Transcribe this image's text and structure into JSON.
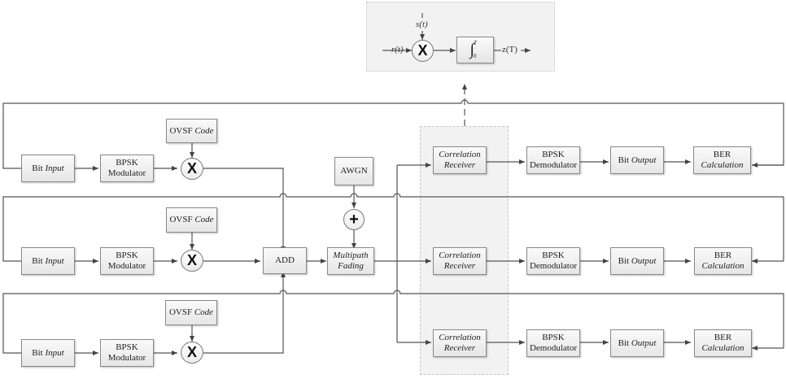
{
  "diagram": {
    "title": "DS-CDMA system with correlation receiver",
    "detail_inset": {
      "input_label": "r(t)",
      "reference_label": "s(t)",
      "multiplier_symbol": "X",
      "integrator_upper": "T",
      "integrator_lower": "0",
      "output_label": "z(T)"
    },
    "transmitters": [
      {
        "bit_input_prefix": "Bit ",
        "bit_input_italic": "Input",
        "modulator_line1": "BPSK",
        "modulator_line2": "Modulator",
        "code_prefix": "OVSF ",
        "code_italic": "Code",
        "multiplier_symbol": "X"
      },
      {
        "bit_input_prefix": "Bit ",
        "bit_input_italic": "Input",
        "modulator_line1": "BPSK",
        "modulator_line2": "Modulator",
        "code_prefix": "OVSF ",
        "code_italic": "Code",
        "multiplier_symbol": "X"
      },
      {
        "bit_input_prefix": "Bit ",
        "bit_input_italic": "Input",
        "modulator_line1": "BPSK",
        "modulator_line2": "Modulator",
        "code_prefix": "OVSF ",
        "code_italic": "Code",
        "multiplier_symbol": "X"
      }
    ],
    "channel": {
      "adder_label": "ADD",
      "noise_label": "AWGN",
      "noise_adder_symbol": "+",
      "fading_line1": "Multipath",
      "fading_line2": "Fading"
    },
    "receivers": [
      {
        "correlator_line1": "Correlation",
        "correlator_line2": "Receiver",
        "demod_line1": "BPSK",
        "demod_line2": "Demodulator",
        "bit_output_prefix": "Bit ",
        "bit_output_italic": "Output",
        "ber_line1": "BER",
        "ber_line2": "Calculation"
      },
      {
        "correlator_line1": "Correlation",
        "correlator_line2": "Receiver",
        "demod_line1": "BPSK",
        "demod_line2": "Demodulator",
        "bit_output_prefix": "Bit ",
        "bit_output_italic": "Output",
        "ber_line1": "BER",
        "ber_line2": "Calculation"
      },
      {
        "correlator_line1": "Correlation",
        "correlator_line2": "Receiver",
        "demod_line1": "BPSK",
        "demod_line2": "Demodulator",
        "bit_output_prefix": "Bit ",
        "bit_output_italic": "Output",
        "ber_line1": "BER",
        "ber_line2": "Calculation"
      }
    ]
  }
}
